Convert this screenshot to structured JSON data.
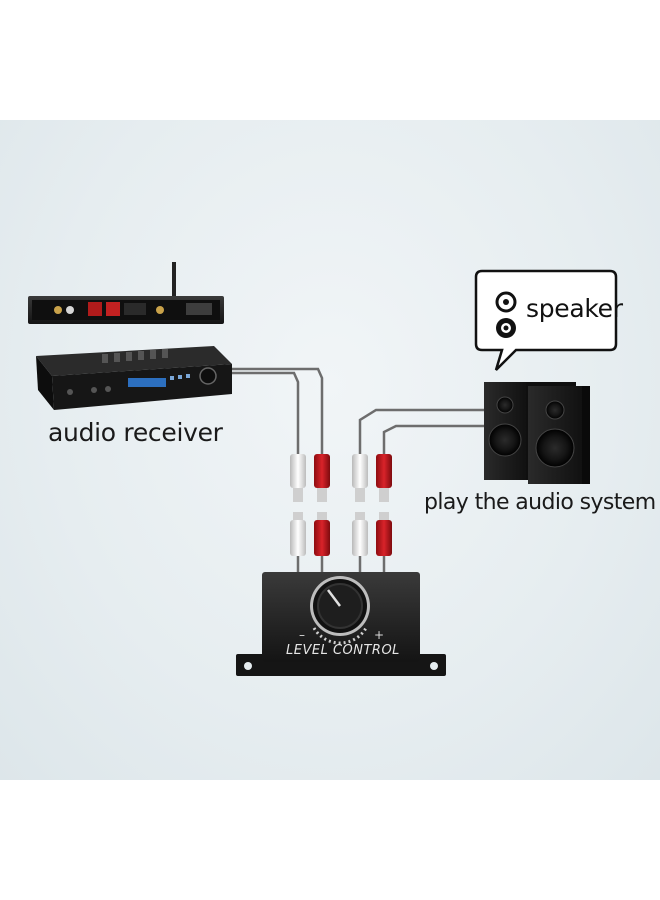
{
  "labels": {
    "receiver": "audio receiver",
    "system": "play the audio system",
    "speaker": "speaker",
    "level_control": "LEVEL CONTROL",
    "minus": "–",
    "plus": "+"
  },
  "colors": {
    "background": "#e6edf0",
    "device_body": "#1b1b1b",
    "rca_red": "#c7141b",
    "rca_white": "#efefef",
    "cable": "#6d6d6d"
  },
  "icons": [
    "speaker-icon",
    "speech-bubble-icon"
  ]
}
